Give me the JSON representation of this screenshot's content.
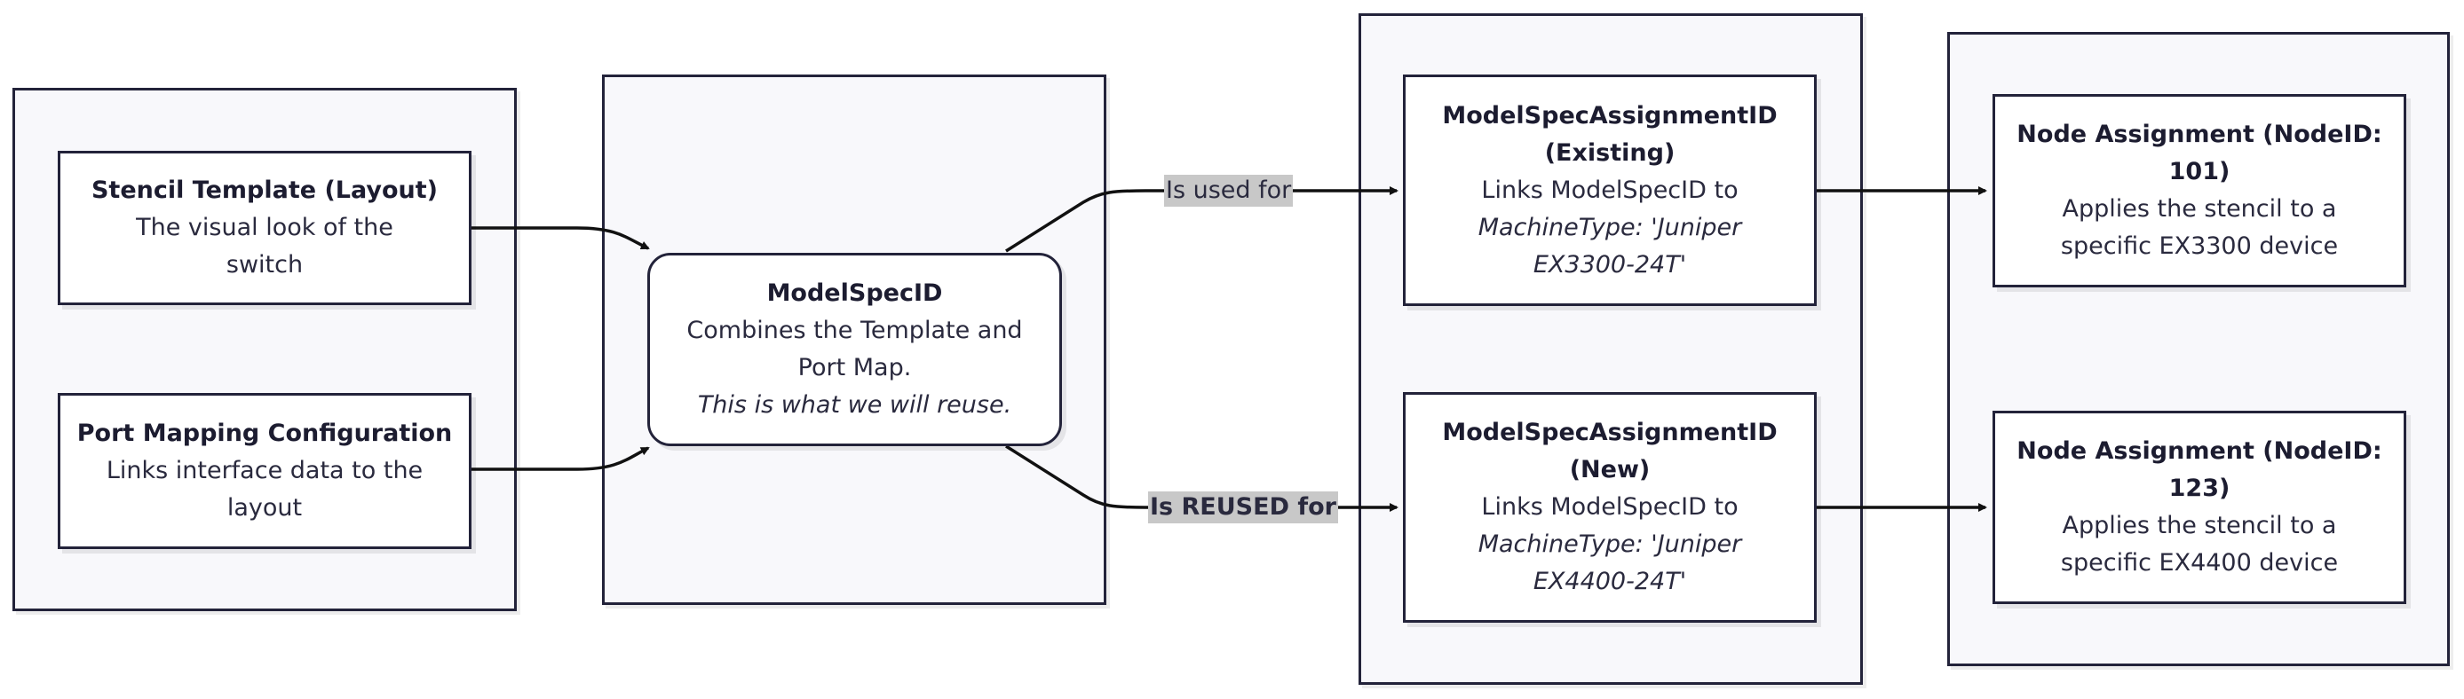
{
  "nodes": {
    "stencil": {
      "title": "Stencil Template (Layout)",
      "line1": "The visual look of the",
      "line2": "switch"
    },
    "portmap": {
      "title": "Port Mapping Configuration",
      "line1": "Links interface data to the",
      "line2": "layout"
    },
    "modelspec": {
      "title": "ModelSpecID",
      "line1": "Combines the Template and",
      "line2": "Port Map.",
      "line3": "This is what we will reuse."
    },
    "assign_existing": {
      "title1": "ModelSpecAssignmentID",
      "title2": "(Existing)",
      "line1": "Links ModelSpecID to",
      "line2": "MachineType: 'Juniper",
      "line3": "EX3300-24T'"
    },
    "assign_new": {
      "title1": "ModelSpecAssignmentID",
      "title2": "(New)",
      "line1": "Links ModelSpecID to",
      "line2": "MachineType: 'Juniper",
      "line3": "EX4400-24T'"
    },
    "node101": {
      "title1": "Node Assignment (NodeID:",
      "title2": "101)",
      "line1": "Applies the stencil to a",
      "line2": "specific EX3300 device"
    },
    "node123": {
      "title1": "Node Assignment (NodeID:",
      "title2": "123)",
      "line1": "Applies the stencil to a",
      "line2": "specific EX4400 device"
    }
  },
  "edges": {
    "used_for": "Is used for",
    "reused_for": "Is REUSED for"
  },
  "colors": {
    "stroke": "#23233a",
    "group_fill": "#f8f8fb",
    "label_bg": "#c8c8c8"
  }
}
